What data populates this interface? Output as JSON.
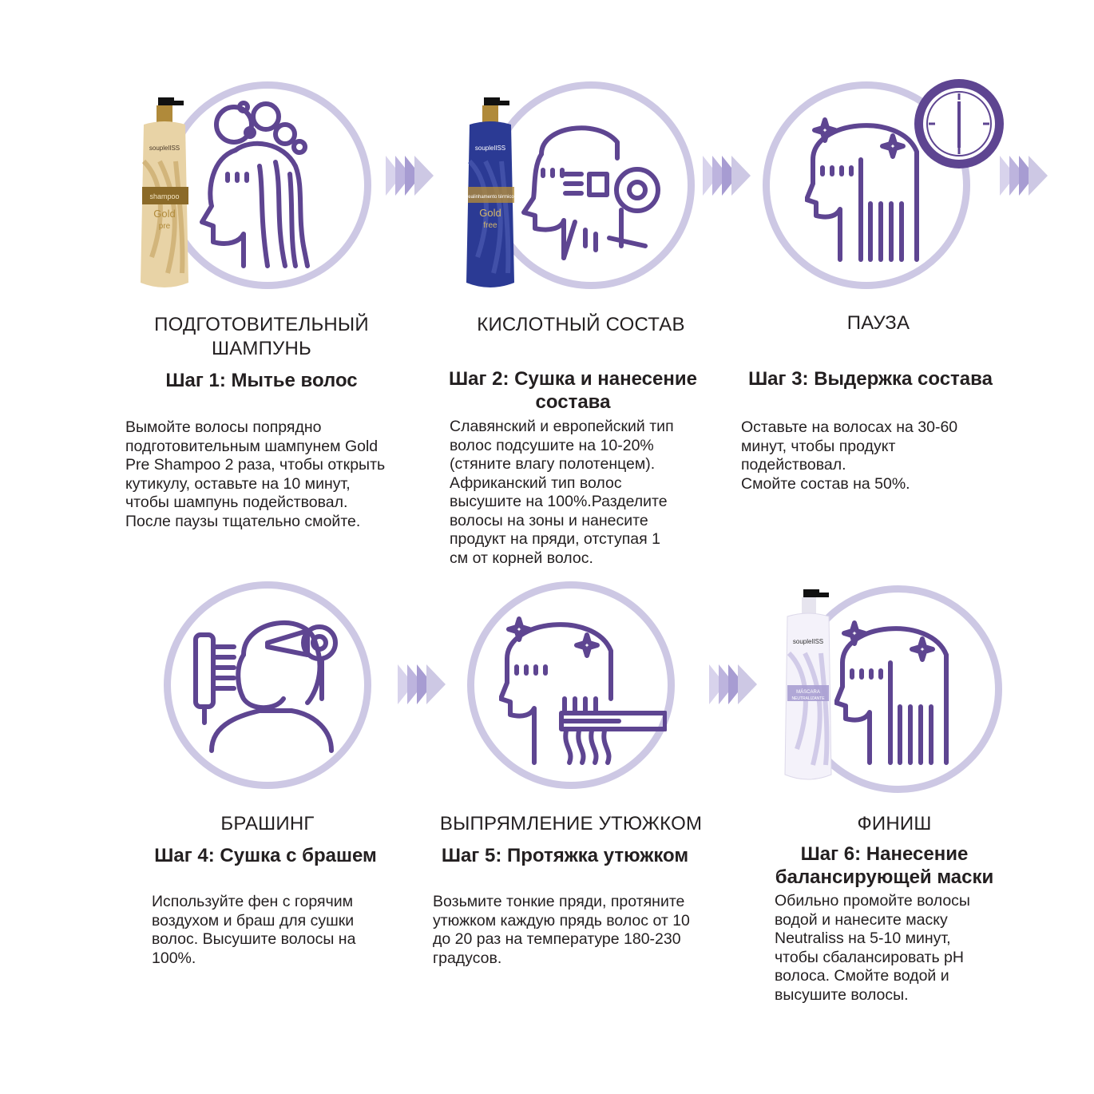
{
  "steps": [
    {
      "title": "ПОДГОТОВИТЕЛЬНЫЙ\nШАМПУНЬ",
      "step": "Шаг 1: Мытье волос",
      "desc": "Вымойте волосы попрядно\nподготовительным шампунем Gold\nPre Shampoo 2 раза, чтобы открыть\nкутикулу, оставьте на 10 минут,\nчтобы шампунь подействовал.\nПосле паузы тщательно смойте.",
      "icon": "hair-washing-icon",
      "bottle": {
        "brand": "souplelISS",
        "line1": "shampoo",
        "line2": "Gold",
        "line3": "pre",
        "color": "#e7d2a6"
      }
    },
    {
      "title": "КИСЛОТНЫЙ СОСТАВ",
      "step": "Шаг 2:  Сушка и нанесение\nсостава",
      "desc": "Славянский и европейский тип\nволос подсушите на 10-20%\n(стяните влагу полотенцем).\nАфриканский тип волос\nвысушите на 100%.Разделите\nволосы на зоны и нанесите\nпродукт на пряди, отступая 1\nсм от корней волос.",
      "icon": "hair-dryer-icon",
      "bottle": {
        "brand": "souplelISS",
        "line1": "realinhamento térmico",
        "line2": "Gold",
        "line3": "free",
        "color": "#2b3a94"
      }
    },
    {
      "title": "ПАУЗА",
      "step": "Шаг 3: Выдержка состава",
      "desc": "Оставьте на волосах на 30-60\nминут, чтобы продукт\nподействовал.\nСмойте состав на 50%.",
      "icon": "clock-icon"
    },
    {
      "title": "БРАШИНГ",
      "step": "Шаг 4: Сушка с брашем",
      "desc": "Используйте фен с горячим\nвоздухом и браш для сушки\nволос. Высушите волосы на\n100%.",
      "icon": "brushing-icon"
    },
    {
      "title": "ВЫПРЯМЛЕНИЕ УТЮЖКОМ",
      "step": "Шаг  5:  Протяжка утюжком",
      "desc": "Возьмите тонкие пряди, протяните\nутюжком каждую прядь волос от 10\nдо 20 раз на температуре 180-230\nградусов.",
      "icon": "flat-iron-icon"
    },
    {
      "title": "ФИНИШ",
      "step": "Шаг 6: Нанесение\nбалансирующей маски",
      "desc": "Обильно промойте волосы\nводой и нанесите маску\nNeutraliss на 5-10 минут,\nчтобы сбалансировать pH\nволоса. Смойте водой и\nвысушите волосы.",
      "icon": "straight-hair-icon",
      "bottle": {
        "brand": "souplelISS",
        "line1": "MÁSCARA",
        "line2": "NEUTRALIZANTE",
        "line3": "",
        "color": "#f4f2fa"
      }
    }
  ],
  "colors": {
    "accent": "#5e4591",
    "circle": "#cdc8e4",
    "arrow": "#8e82c2"
  }
}
